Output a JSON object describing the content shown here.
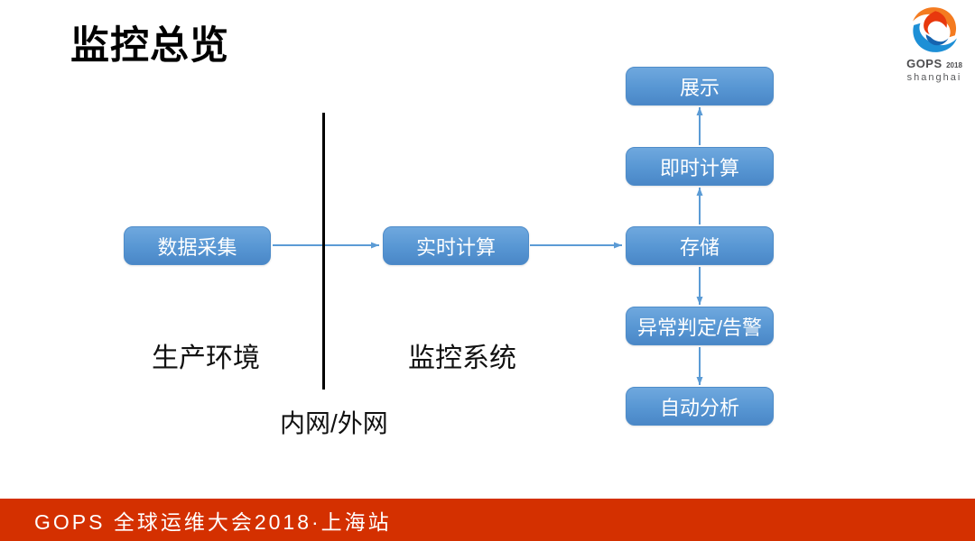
{
  "slide": {
    "title": "监控总览",
    "footer_text": "GOPS 全球运维大会2018·上海站",
    "logo": {
      "name": "GOPS",
      "year": "2018",
      "city": "shanghai"
    }
  },
  "diagram": {
    "boxes": [
      {
        "id": "data-collection",
        "label": "数据采集"
      },
      {
        "id": "realtime-computing",
        "label": "实时计算"
      },
      {
        "id": "display",
        "label": "展示"
      },
      {
        "id": "instant-computing",
        "label": "即时计算"
      },
      {
        "id": "storage",
        "label": "存储"
      },
      {
        "id": "anomaly-alert",
        "label": "异常判定/告警"
      },
      {
        "id": "auto-analysis",
        "label": "自动分析"
      }
    ],
    "flows": [
      {
        "from": "数据采集",
        "to": "实时计算",
        "direction": "right"
      },
      {
        "from": "实时计算",
        "to": "存储",
        "direction": "right"
      },
      {
        "from": "存储",
        "to": "即时计算",
        "direction": "up"
      },
      {
        "from": "即时计算",
        "to": "展示",
        "direction": "up"
      },
      {
        "from": "存储",
        "to": "异常判定/告警",
        "direction": "down"
      },
      {
        "from": "异常判定/告警",
        "to": "自动分析",
        "direction": "down"
      }
    ],
    "zone_labels": {
      "left": "生产环境",
      "right": "监控系统",
      "divider": "内网/外网"
    },
    "colors": {
      "box_blue": "#5B9BD5",
      "arrow_blue": "#5B9BD5",
      "footer_red": "#D43000"
    }
  }
}
